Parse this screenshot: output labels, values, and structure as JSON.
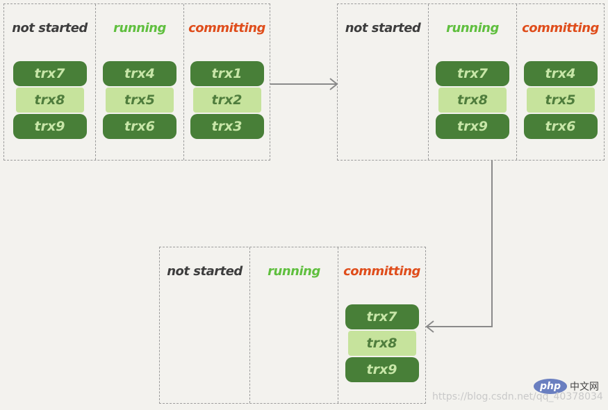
{
  "groups": [
    {
      "columns": [
        {
          "label": "not started",
          "items": [
            "trx7",
            "trx8",
            "trx9"
          ]
        },
        {
          "label": "running",
          "items": [
            "trx4",
            "trx5",
            "trx6"
          ]
        },
        {
          "label": "committing",
          "items": [
            "trx1",
            "trx2",
            "trx3"
          ]
        }
      ]
    },
    {
      "columns": [
        {
          "label": "not started",
          "items": []
        },
        {
          "label": "running",
          "items": [
            "trx7",
            "trx8",
            "trx9"
          ]
        },
        {
          "label": "committing",
          "items": [
            "trx4",
            "trx5",
            "trx6"
          ]
        }
      ]
    },
    {
      "columns": [
        {
          "label": "not started",
          "items": []
        },
        {
          "label": "running",
          "items": []
        },
        {
          "label": "committing",
          "items": [
            "trx7",
            "trx8",
            "trx9"
          ]
        }
      ]
    }
  ],
  "colors": {
    "not_started": "#3d3d3d",
    "running": "#5fbf3e",
    "committing": "#df4d1b",
    "trx_dark": "#487f38",
    "trx_light": "#c6e39c",
    "arrow": "#8a8a8a"
  },
  "watermark": {
    "logo": "php",
    "site": "中文网",
    "url": "https://blog.csdn.net/qq_40378034"
  }
}
